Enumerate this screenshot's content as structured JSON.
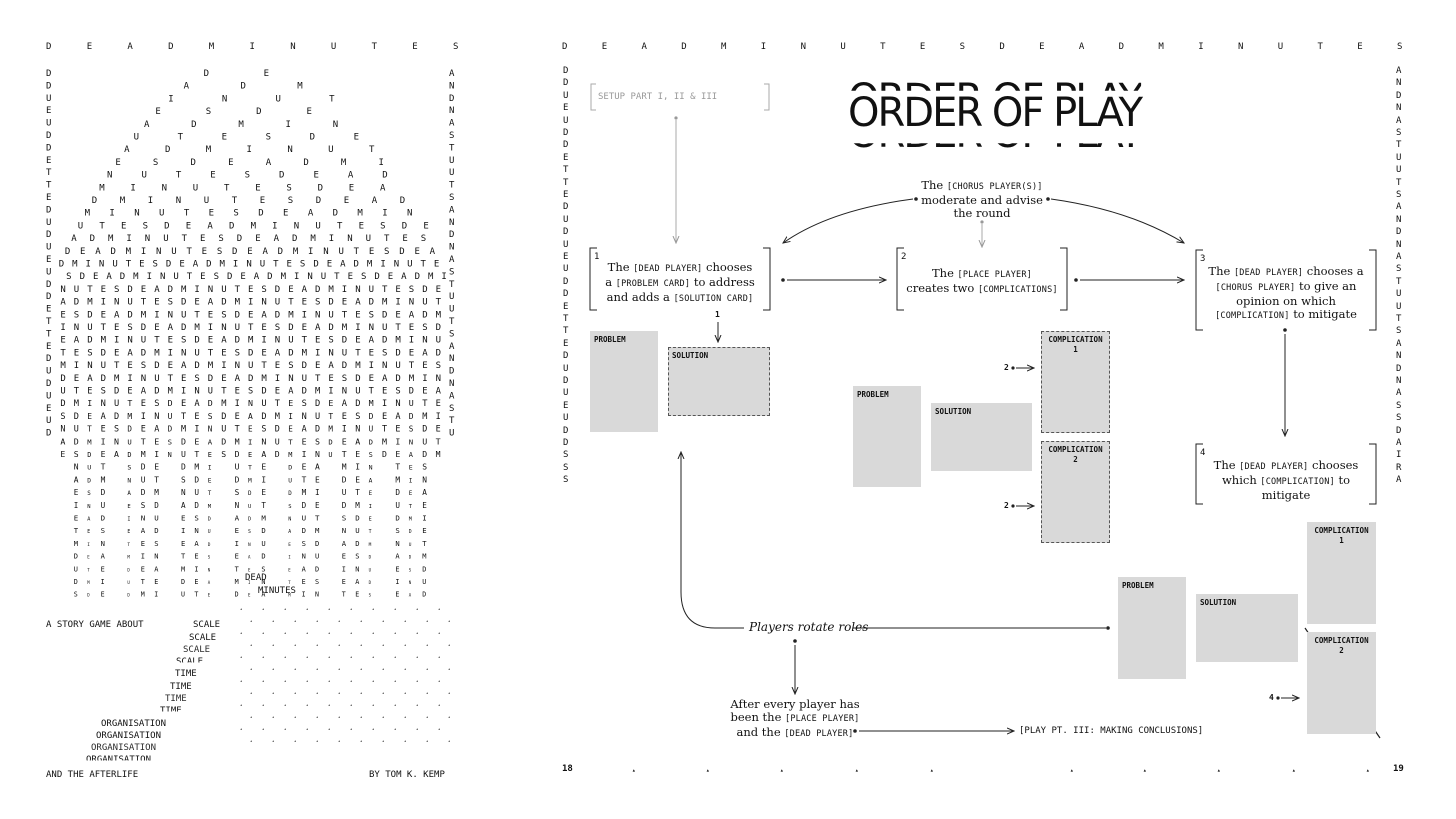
{
  "left_page": {
    "header_letters": [
      "D",
      "E",
      "A",
      "D",
      "M",
      "I",
      "N",
      "U",
      "T",
      "E",
      "S"
    ],
    "right_column_letters": [
      "A",
      "N",
      "D",
      "N",
      "A",
      "S",
      "T",
      "U",
      "U",
      "T",
      "S",
      "A",
      "N",
      "D",
      "N",
      "A",
      "S",
      "T",
      "U",
      "U",
      "T",
      "S",
      "A",
      "N",
      "D",
      "N",
      "A",
      "S",
      "T",
      "U"
    ],
    "left_column_letters": [
      "D",
      "D",
      "U",
      "E",
      "U",
      "D",
      "D",
      "E",
      "T",
      "T",
      "E",
      "D",
      "U",
      "D",
      "U",
      "E",
      "U",
      "D",
      "D",
      "E",
      "T",
      "T",
      "E",
      "D",
      "U",
      "D",
      "U",
      "E",
      "U",
      "D"
    ],
    "art_words": [
      "DEAD",
      "MINUTES"
    ],
    "art_dead_word": "DEAD",
    "art_minutes_word": "MINUTES",
    "subtitle_lines": [
      "A STORY GAME ABOUT",
      "SCALE",
      "SCALE",
      "SCALE",
      "SCALE",
      "TIME",
      "TIME",
      "TIME",
      "TIME",
      "ORGANISATION",
      "ORGANISATION",
      "ORGANISATION",
      "ORGANISATION"
    ],
    "footer_left": "AND THE AFTERLIFE",
    "footer_right": "BY TOM K. KEMP",
    "page_number": "18"
  },
  "right_page": {
    "header_letters": [
      "D",
      "E",
      "A",
      "D",
      "M",
      "I",
      "N",
      "U",
      "T",
      "E",
      "S",
      "D",
      "E",
      "A",
      "D",
      "M",
      "I",
      "N",
      "U",
      "T",
      "E",
      "S"
    ],
    "left_column_letters": [
      "D",
      "D",
      "U",
      "E",
      "U",
      "D",
      "D",
      "E",
      "T",
      "T",
      "E",
      "D",
      "U",
      "D",
      "U",
      "E",
      "U",
      "D",
      "D",
      "E",
      "T",
      "T",
      "E",
      "D",
      "U",
      "D",
      "U",
      "E",
      "U",
      "D",
      "D",
      "S",
      "S",
      "S"
    ],
    "right_column_letters": [
      "A",
      "N",
      "D",
      "N",
      "A",
      "S",
      "T",
      "U",
      "U",
      "T",
      "S",
      "A",
      "N",
      "D",
      "N",
      "A",
      "S",
      "T",
      "U",
      "U",
      "T",
      "S",
      "A",
      "N",
      "D",
      "N",
      "A",
      "S",
      "S",
      "D",
      "A",
      "I",
      "R",
      "A"
    ],
    "title": "ORDER OF PLAY",
    "setup_box": "SETUP PART I, II & III",
    "chorus": {
      "pre": "The",
      "tag": "[CHORUS PLAYER(S)]",
      "line2": "moderate and advise",
      "line3": "the round"
    },
    "step1": {
      "num": "1",
      "pre": "The",
      "tag1": "[DEAD PLAYER]",
      "mid1": "chooses",
      "mid2": "a",
      "tag2": "[PROBLEM CARD]",
      "mid3": "to address",
      "mid4": "and adds a",
      "tag3": "[SOLUTION CARD]"
    },
    "step2": {
      "num": "2",
      "pre": "The",
      "tag1": "[PLACE PLAYER]",
      "line2": "creates two",
      "tag2": "[COMPLICATIONS]"
    },
    "step3": {
      "num": "3",
      "pre": "The",
      "tag1": "[DEAD PLAYER]",
      "mid1": "chooses a",
      "tag2": "[CHORUS PLAYER]",
      "mid2": "to give an",
      "line3": "opinion on which",
      "tag3": "[COMPLICATION]",
      "mid3": "to mitigate"
    },
    "step4": {
      "num": "4",
      "pre": "The",
      "tag1": "[DEAD PLAYER]",
      "mid1": "chooses",
      "line2": "which",
      "tag2": "[COMPLICATION]",
      "mid2": "to",
      "line3": "mitigate"
    },
    "card_problem": "PROBLEM",
    "card_solution": "SOLUTION",
    "card_complication": "COMPLICATION",
    "card_num_1": "1",
    "card_num_2": "2",
    "marker_1": "1",
    "marker_2": "2",
    "marker_4": "4",
    "rotate": "Players rotate roles",
    "after": {
      "line1": "After every player has",
      "line2_pre": "been the",
      "tag1": "[PLACE PLAYER]",
      "line3_pre": "and the",
      "tag2": "[DEAD PLAYER]"
    },
    "conclusion": "[PLAY PT. III: MAKING CONCLUSIONS]",
    "page_number": "19"
  },
  "colors": {
    "ink": "#111111",
    "card": "#d9d9d9",
    "faint": "#9a9a9a"
  }
}
